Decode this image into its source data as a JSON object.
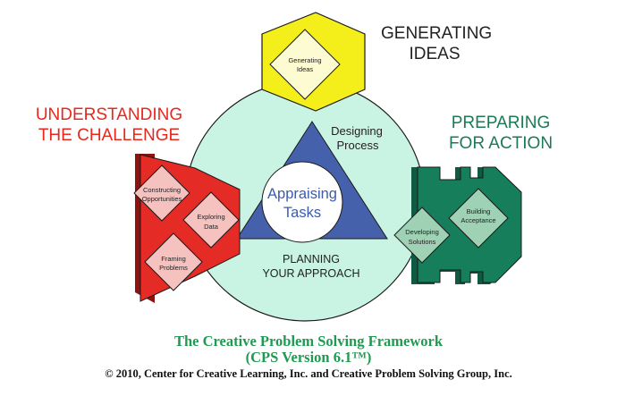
{
  "stages": {
    "generating": {
      "label_line1": "GENERATING",
      "label_line2": "IDEAS",
      "color": "#222222",
      "fill": "#f4ee1a",
      "diamond": [
        "Generating",
        "Ideas"
      ]
    },
    "understanding": {
      "label_line1": "UNDERSTANDING",
      "label_line2": "THE CHALLENGE",
      "color": "#e8281d",
      "fill": "#e42b25",
      "diamonds": [
        [
          "Constructing",
          "Opportunities"
        ],
        [
          "Exploring",
          "Data"
        ],
        [
          "Framing",
          "Problems"
        ]
      ]
    },
    "preparing": {
      "label_line1": "PREPARING",
      "label_line2": "FOR ACTION",
      "color": "#1c7a55",
      "fill": "#177e5c",
      "diamonds": [
        [
          "Building",
          "Acceptance"
        ],
        [
          "Developing",
          "Solutions"
        ]
      ]
    }
  },
  "management": {
    "center": [
      "Appraising",
      "Tasks"
    ],
    "designing": [
      "Designing",
      "Process"
    ],
    "planning": [
      "PLANNING",
      "YOUR APPROACH"
    ],
    "circle_fill": "#c9f3e2",
    "triangle_fill": "#4661ab"
  },
  "footer": {
    "title_line1": "The Creative Problem Solving Framework",
    "title_line2": "(CPS Version 6.1™)",
    "copyright": "© 2010, Center for Creative Learning, Inc. and Creative Problem Solving Group, Inc."
  }
}
